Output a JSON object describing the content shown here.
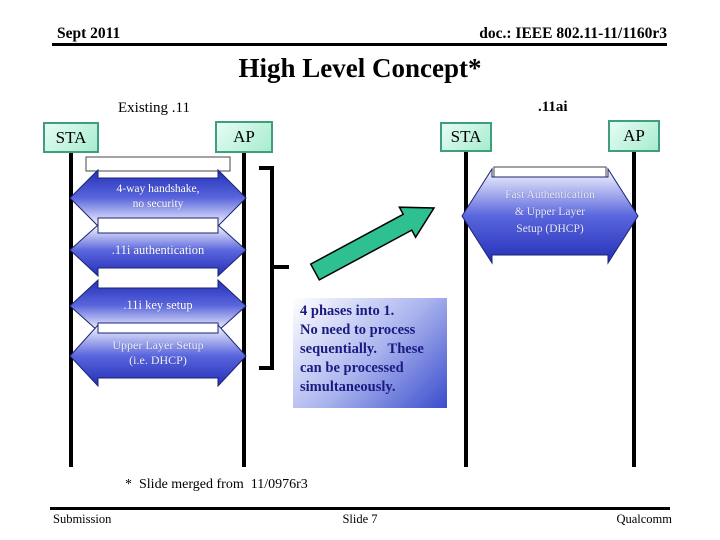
{
  "header": {
    "date": "Sept 2011",
    "doc": "doc.: IEEE 802.11-11/1160r3"
  },
  "title": "High Level Concept*",
  "labels": {
    "existing": "Existing .11",
    "ai": ".11ai"
  },
  "nodes": {
    "sta1": "STA",
    "ap1": "AP",
    "sta2": "STA",
    "ap2": "AP"
  },
  "arrows": {
    "a1": "4-way handshake,\nno security",
    "a2": ".11i authentication",
    "a3": ".11i key setup",
    "a4": "Upper Layer Setup\n(i.e. DHCP)",
    "fast": "Fast Authentication\n& Upper Layer\nSetup (DHCP)"
  },
  "callout": "4 phases into 1.\nNo need to process\nsequentially.   These\ncan be processed\nsimultaneously.",
  "footnote": "*  Slide merged from  11/0976r3",
  "footer": {
    "left": "Submission",
    "center": "Slide 7",
    "right": "Qualcomm"
  },
  "colors": {
    "arrow_blue_dark": "#2330b8",
    "arrow_blue_mid": "#5a66dd",
    "arrow_blue_light": "#f8f9ff",
    "arrow_outline": "#1c2370",
    "green_arrow": "#2ec091",
    "node_fill": "#a8ecd0",
    "node_border": "#3f9e7c",
    "callout_blue": "#3a4ccc",
    "callout_text": "#1a1a80"
  }
}
